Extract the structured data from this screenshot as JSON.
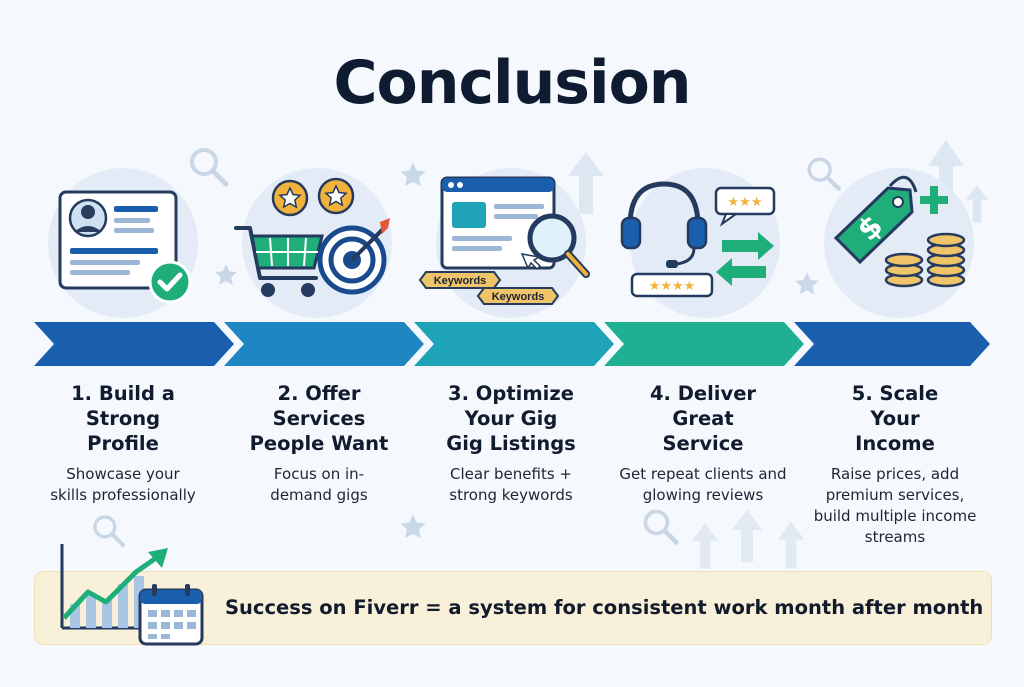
{
  "title": "Conclusion",
  "steps": [
    {
      "title": "1. Build a Strong Profile",
      "desc": "Showcase your skills professionally",
      "icon": "profile-card-icon"
    },
    {
      "title": "2. Offer Services People Want",
      "desc": "Focus on in-demand gigs",
      "icon": "shopping-cart-target-icon"
    },
    {
      "title": "3. Optimize Your Gig Gig Listings",
      "desc": "Clear benefits + strong keywords",
      "icon": "browser-keywords-magnifier-icon",
      "tags": [
        "Keywords",
        "Keywords"
      ]
    },
    {
      "title": "4. Deliver Great Service",
      "desc": "Get repeat clients and glowing reviews",
      "icon": "headset-reviews-icon"
    },
    {
      "title": "5. Scale Your Income",
      "desc": "Raise prices, add premium services, build multiple income streams",
      "icon": "price-tag-coins-icon"
    }
  ],
  "banner": {
    "text": "Success on Fiverr = a system for consistent work month after month",
    "icon": "growth-chart-calendar-icon"
  },
  "colors": {
    "arrow_1": "#1a5fae",
    "arrow_2": "#1f86c4",
    "arrow_3": "#1fa3b6",
    "arrow_4": "#1fb092",
    "arrow_5": "#1a5fae",
    "accent_green": "#1fae7a",
    "star_gold": "#f0b23a",
    "banner_bg": "#f8f0d8"
  }
}
